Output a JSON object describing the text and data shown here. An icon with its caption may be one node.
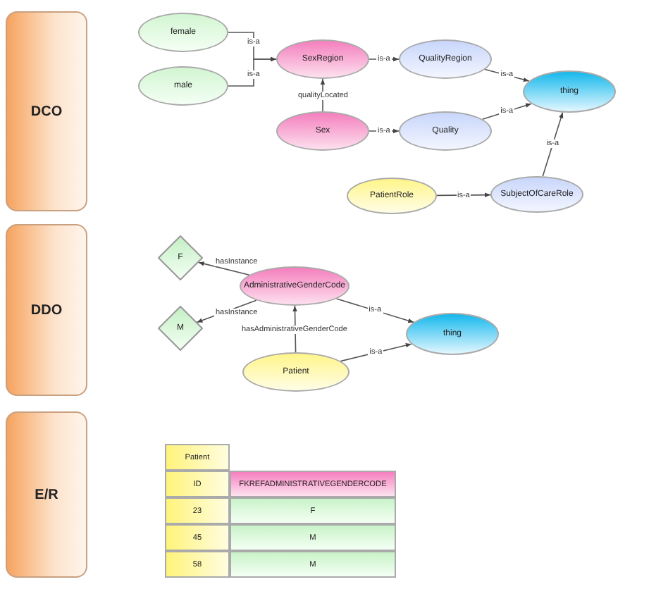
{
  "diagram": {
    "nodes": [
      {
        "text": [
          "DCO"
        ]
      },
      {
        "text": [
          "female"
        ]
      },
      {
        "text": [
          "male"
        ]
      },
      {
        "text": [
          "SexRegion"
        ]
      },
      {
        "text": [
          "QualityRegion"
        ]
      },
      {
        "text": [
          "thing"
        ]
      },
      {
        "text": [
          "Sex"
        ]
      },
      {
        "text": [
          "Quality"
        ]
      },
      {
        "text": [
          "PatientRole"
        ]
      },
      {
        "text": [
          "SubjectOfCareRole"
        ]
      },
      {
        "text": [
          "DDO"
        ]
      },
      {
        "text": [
          "F"
        ]
      },
      {
        "text": [
          "AdministrativeGenderCode"
        ]
      },
      {
        "text": [
          "M"
        ]
      },
      {
        "text": [
          "thing"
        ]
      },
      {
        "text": [
          "Patient"
        ]
      },
      {
        "text": [
          "E/R"
        ]
      }
    ],
    "edges": [
      {
        "from": 1,
        "to": 3,
        "arrow": "to",
        "label": "is-a"
      },
      {
        "from": 2,
        "to": 3,
        "arrow": "to",
        "label": "is-a"
      },
      {
        "from": 3,
        "to": 4,
        "arrow": "to",
        "label": "is-a"
      },
      {
        "from": 4,
        "to": 5,
        "arrow": "to",
        "label": "is-a"
      },
      {
        "from": 6,
        "to": 3,
        "arrow": "to",
        "label": "qualityLocated"
      },
      {
        "from": 6,
        "to": 7,
        "arrow": "to",
        "label": "is-a"
      },
      {
        "from": 7,
        "to": 5,
        "arrow": "to",
        "label": "is-a"
      },
      {
        "from": 8,
        "to": 9,
        "arrow": "to",
        "label": "is-a"
      },
      {
        "from": 9,
        "to": 5,
        "arrow": "to",
        "label": "is-a"
      },
      {
        "from": 12,
        "to": 11,
        "arrow": "to",
        "label": "hasInstance"
      },
      {
        "from": 12,
        "to": 13,
        "arrow": "to",
        "label": "hasInstance"
      },
      {
        "from": 12,
        "to": 14,
        "arrow": "to",
        "label": "is-a"
      },
      {
        "from": 15,
        "to": 12,
        "arrow": "to",
        "label": "hasAdministrativeGenderCode"
      },
      {
        "from": 15,
        "to": 14,
        "arrow": "to",
        "label": "is-a"
      }
    ],
    "labels": [
      "Patient",
      "ID",
      "FKREFADMINISTRATIVEGENDERCODE",
      "23",
      "F",
      "45",
      "M",
      "58",
      "M"
    ]
  }
}
